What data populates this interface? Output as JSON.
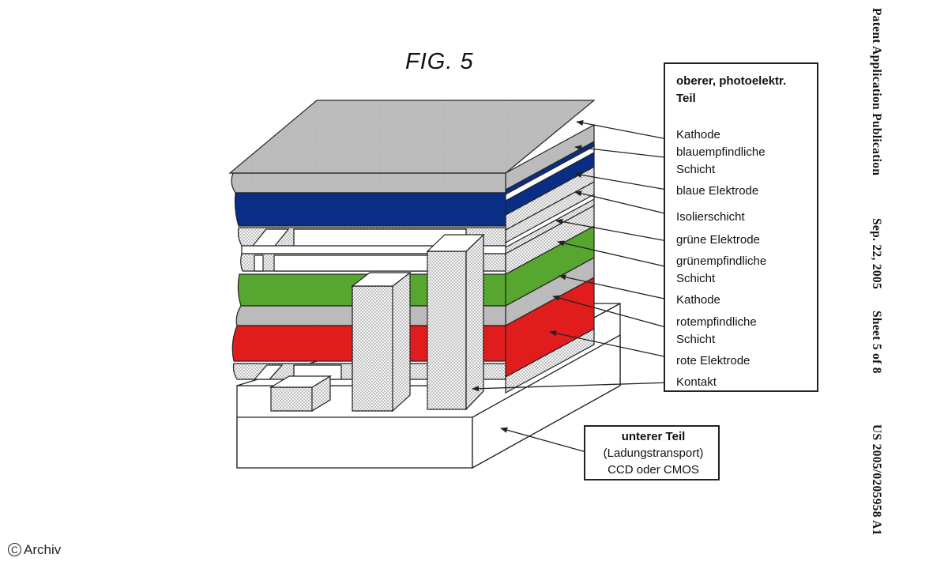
{
  "figure": {
    "title": "FIG. 5"
  },
  "upper_legend": {
    "header_line1": "oberer, photoelektr.",
    "header_line2": "Teil",
    "labels": [
      "Kathode",
      "blauempfindliche",
      "Schicht",
      "blaue Elektrode",
      "Isolierschicht",
      "grüne Elektrode",
      "grünempfindliche",
      "Schicht",
      "Kathode",
      "rotempfindliche",
      "Schicht",
      "rote Elektrode",
      "Kontakt"
    ]
  },
  "lower_legend": {
    "title": "unterer Teil",
    "line2": "(Ladungstransport)",
    "line3": "CCD oder CMOS"
  },
  "sidebar": {
    "publication": "Patent Application Publication",
    "date": "Sep. 22, 2005",
    "sheet": "Sheet 5 of 8",
    "number": "US 2005/0205958 A1"
  },
  "copyright": {
    "symbol": "C",
    "text": "Archiv"
  },
  "colors": {
    "cathode_gray": "#c4c4c4",
    "blue_layer": "#0a2d86",
    "green_layer": "#56a62f",
    "red_layer": "#e11c1c",
    "dotted_electrode": "#f2f2f2",
    "line": "#222222"
  }
}
